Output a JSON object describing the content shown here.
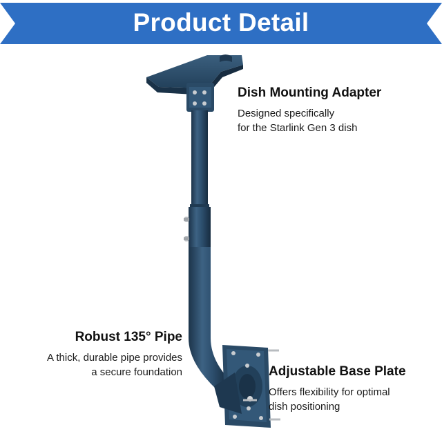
{
  "banner": {
    "title": "Product Detail",
    "color": "#2e6fc4"
  },
  "product": {
    "color": "#2a4a66",
    "icon": "mount-pole-illustration"
  },
  "callouts": {
    "adapter": {
      "heading": "Dish Mounting Adapter",
      "lines": [
        "Designed specifically",
        "for the Starlink Gen 3 dish"
      ]
    },
    "pipe": {
      "heading": "Robust 135° Pipe",
      "lines": [
        "A thick, durable pipe provides",
        "a secure foundation"
      ]
    },
    "base": {
      "heading": "Adjustable Base Plate",
      "lines": [
        "Offers flexibility for optimal",
        "dish positioning"
      ]
    }
  }
}
